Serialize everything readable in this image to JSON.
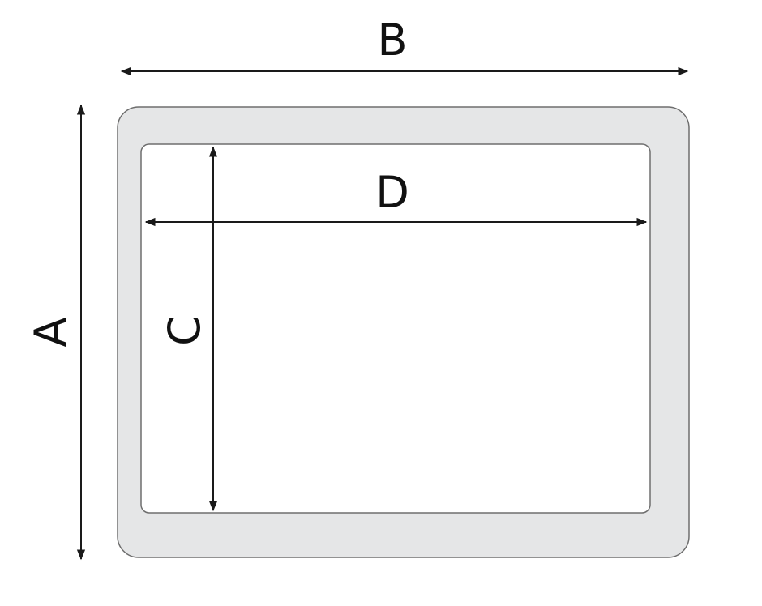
{
  "diagram": {
    "labels": {
      "outer_height": "A",
      "outer_width": "B",
      "inner_height": "C",
      "inner_width": "D"
    },
    "colors": {
      "frame_fill": "#e5e6e7",
      "frame_stroke": "#6e6e6e",
      "inner_fill": "#ffffff",
      "dimension_line": "#1a1a1a"
    }
  }
}
